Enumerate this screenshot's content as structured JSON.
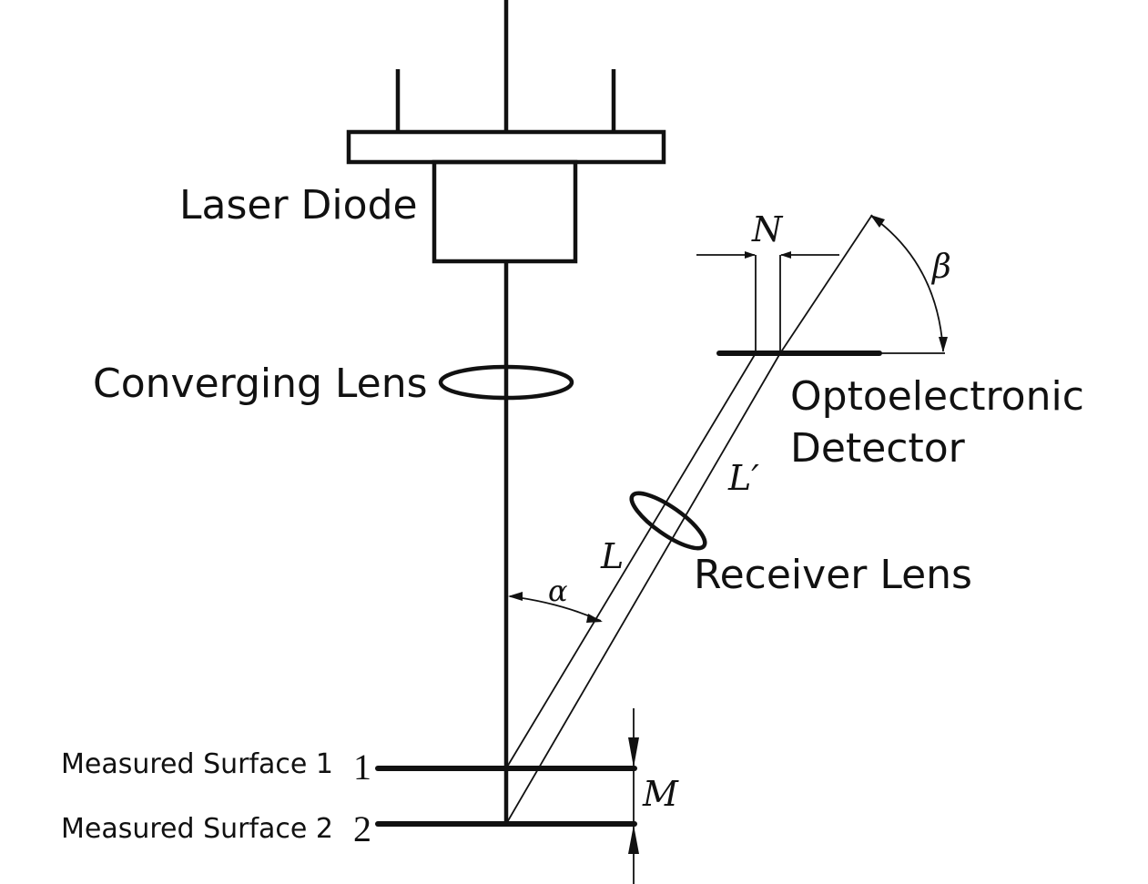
{
  "diagram": {
    "title": "Laser triangulation displacement measurement",
    "components": {
      "laser_diode": "Laser Diode",
      "converging_lens": "Converging Lens",
      "optoelectronic_detector_line1": "Optoelectronic",
      "optoelectronic_detector_line2": "Detector",
      "receiver_lens": "Receiver Lens",
      "measured_surface_1": "Measured Surface 1",
      "measured_surface_2": "Measured Surface 2"
    },
    "symbols": {
      "surface_1_index": "1",
      "surface_2_index": "2",
      "displacement": "M",
      "detector_shift": "N",
      "object_distance": "L",
      "image_distance": "L′",
      "incidence_angle": "α",
      "detector_angle": "β"
    },
    "colors": {
      "line": "#111111",
      "background": "#ffffff"
    }
  }
}
